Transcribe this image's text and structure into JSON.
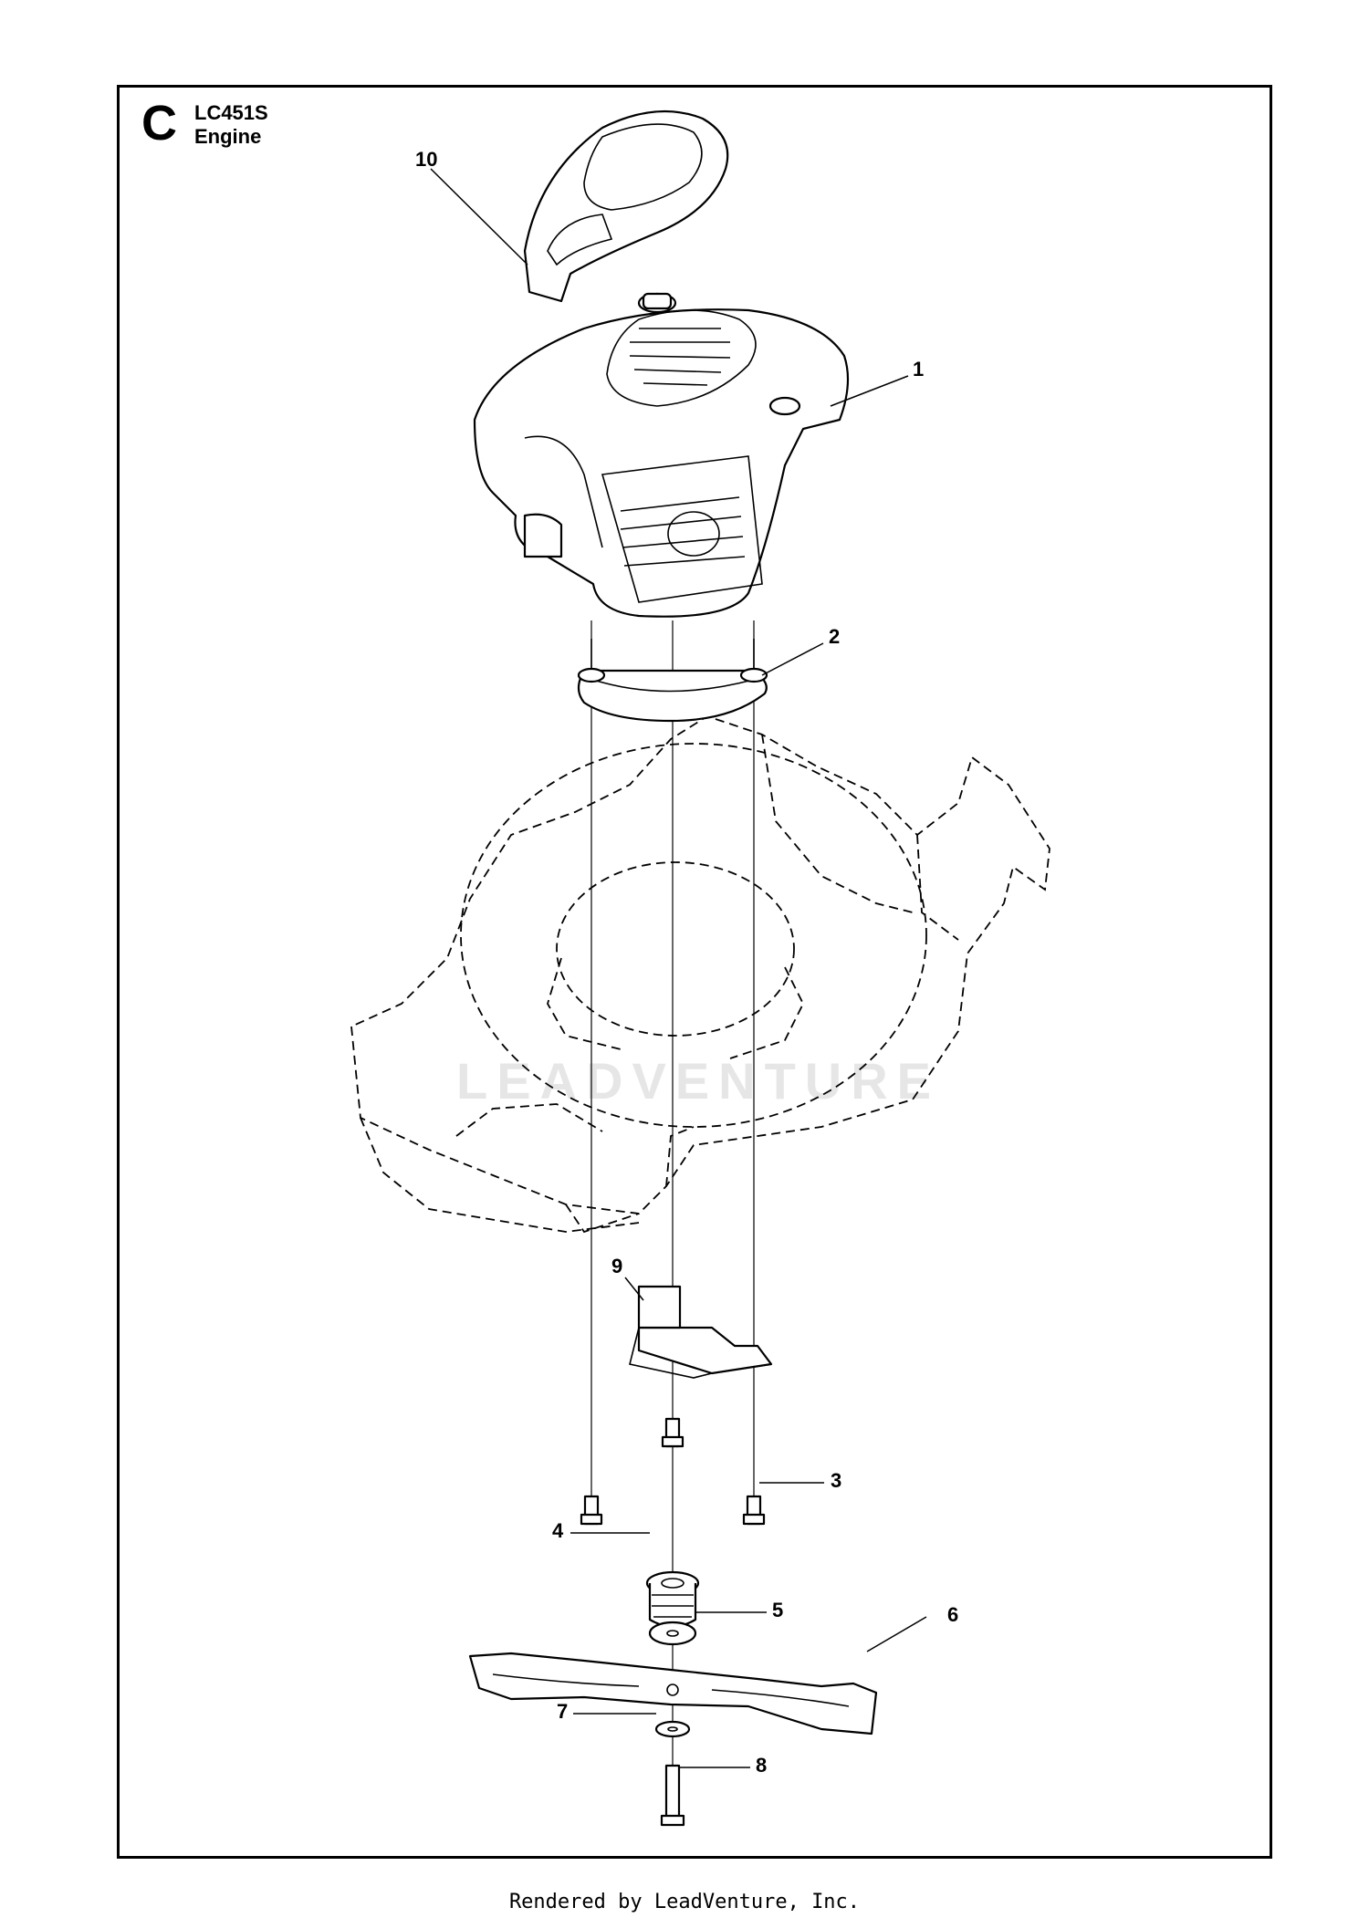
{
  "section": {
    "letter": "C",
    "model": "LC451S",
    "name": "Engine"
  },
  "callouts": [
    "1",
    "2",
    "3",
    "4",
    "5",
    "6",
    "7",
    "8",
    "9",
    "10"
  ],
  "watermark": "LEADVENTURE",
  "footer": "Rendered by LeadVenture, Inc."
}
